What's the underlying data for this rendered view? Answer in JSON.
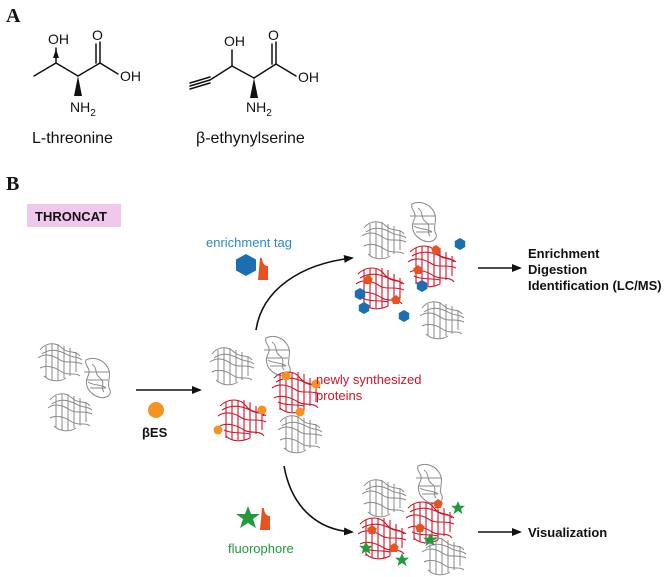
{
  "panel_a": {
    "label": "A",
    "molecule_1": {
      "name": "L-threonine",
      "oh_label": "OH",
      "carbonyl_o": "O",
      "acid_oh": "OH",
      "amine_label": "NH",
      "amine_subscript": "2"
    },
    "molecule_2": {
      "name": "β-ethynylserine",
      "oh_label": "OH",
      "carbonyl_o": "O",
      "acid_oh": "OH",
      "amine_label": "NH",
      "amine_subscript": "2"
    }
  },
  "panel_b": {
    "label": "B",
    "method_badge": "THRONCAT",
    "reagent_label": "βES",
    "newly_label_line1": "newly synthesized",
    "newly_label_line2": "proteins",
    "enrichment_tag_label": "enrichment tag",
    "fluorophore_label": "fluorophore",
    "enrichment_steps": [
      "Enrichment",
      "Digestion",
      "Identification (LC/MS)"
    ],
    "visualization_label": "Visualization",
    "colors": {
      "badge_bg": "#f0c8ee",
      "tag_blue": "#1b6fb0",
      "label_blue": "#2a8cc8",
      "fluor_green": "#1f9a3c",
      "red_protein": "#d0152a",
      "bes_orange": "#f49322",
      "linker_orange": "#e8521f"
    }
  }
}
